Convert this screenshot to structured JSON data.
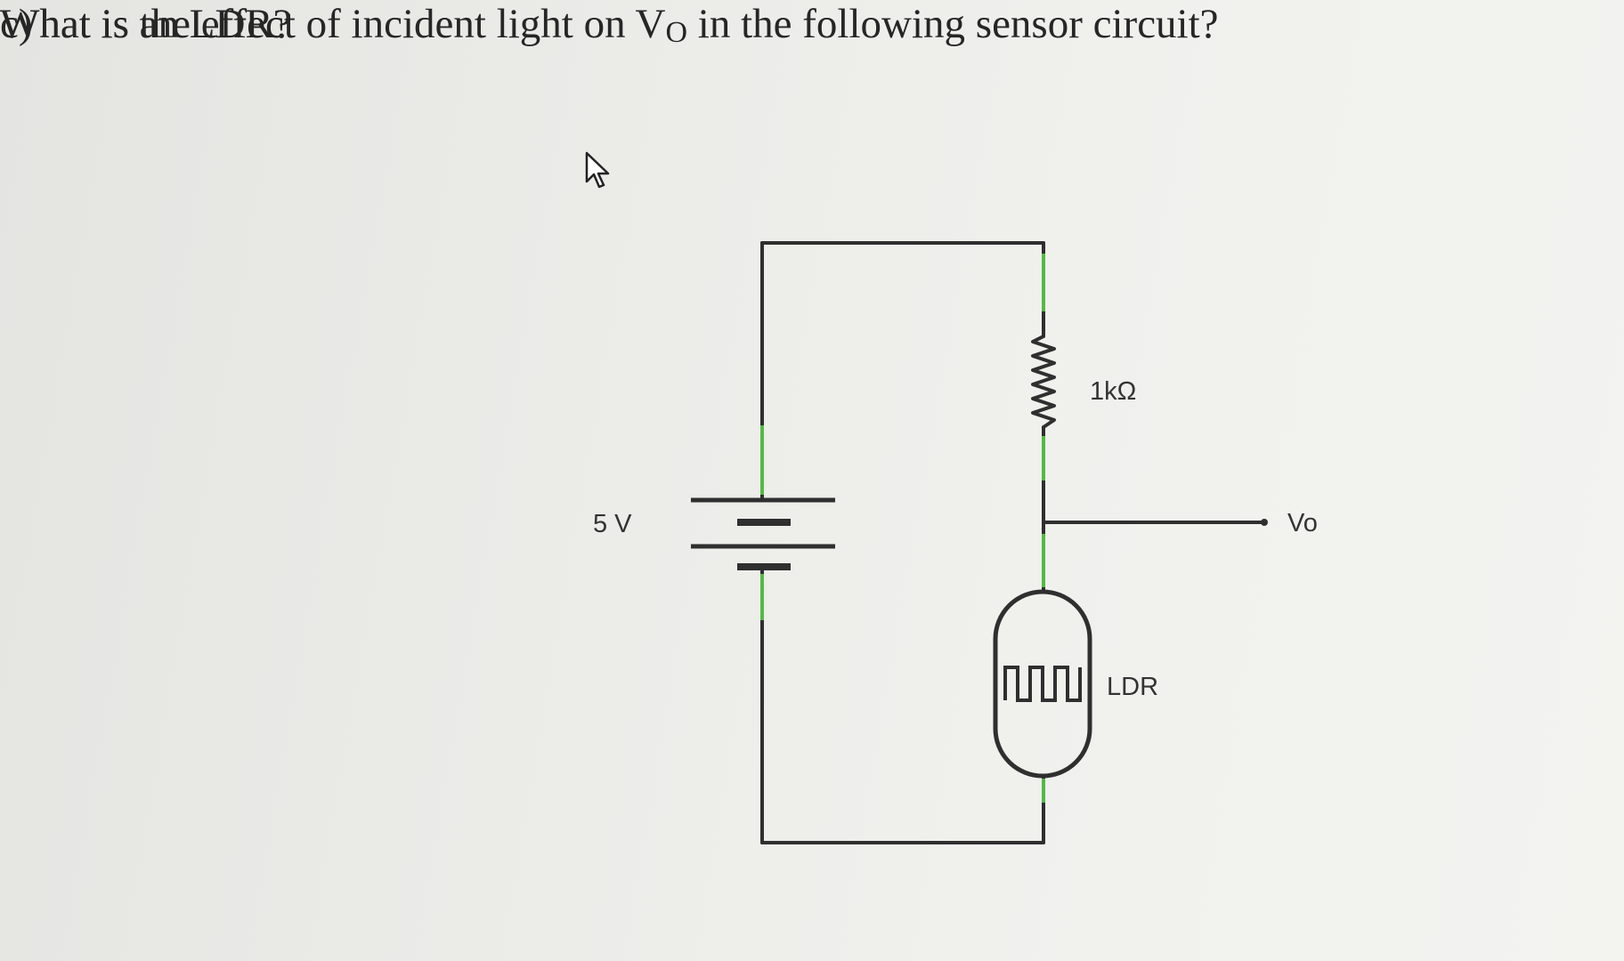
{
  "question": {
    "label": "c)",
    "line1": "What is an LDR?",
    "line2_pre": "What is the effect of incident light on V",
    "line2_sub": "O",
    "line2_post": " in the following sensor circuit?"
  },
  "circuit": {
    "battery_label": "5 V",
    "resistor_label": "1kΩ",
    "ldr_label": "LDR",
    "output_label": "Vo"
  },
  "colors": {
    "wire": "#2f2f2f",
    "terminal_green": "#56b847",
    "text": "#262626"
  }
}
